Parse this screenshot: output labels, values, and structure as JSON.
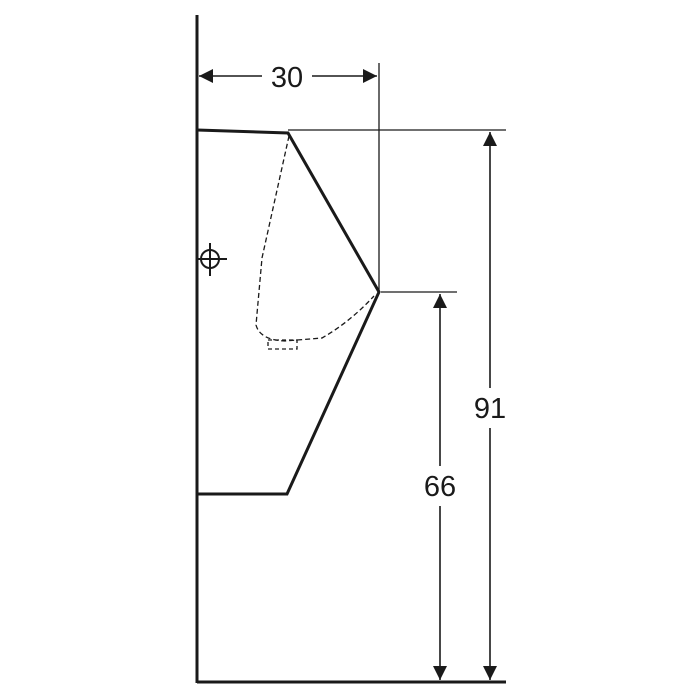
{
  "diagram": {
    "type": "technical dimension drawing",
    "line_color": "#1a1a1a",
    "background": "#ffffff",
    "dimensions": {
      "projection": {
        "value": "30"
      },
      "total_height": {
        "value": "91"
      },
      "rim_height": {
        "value": "66"
      }
    },
    "symbols": [
      "connection-center-mark"
    ]
  }
}
